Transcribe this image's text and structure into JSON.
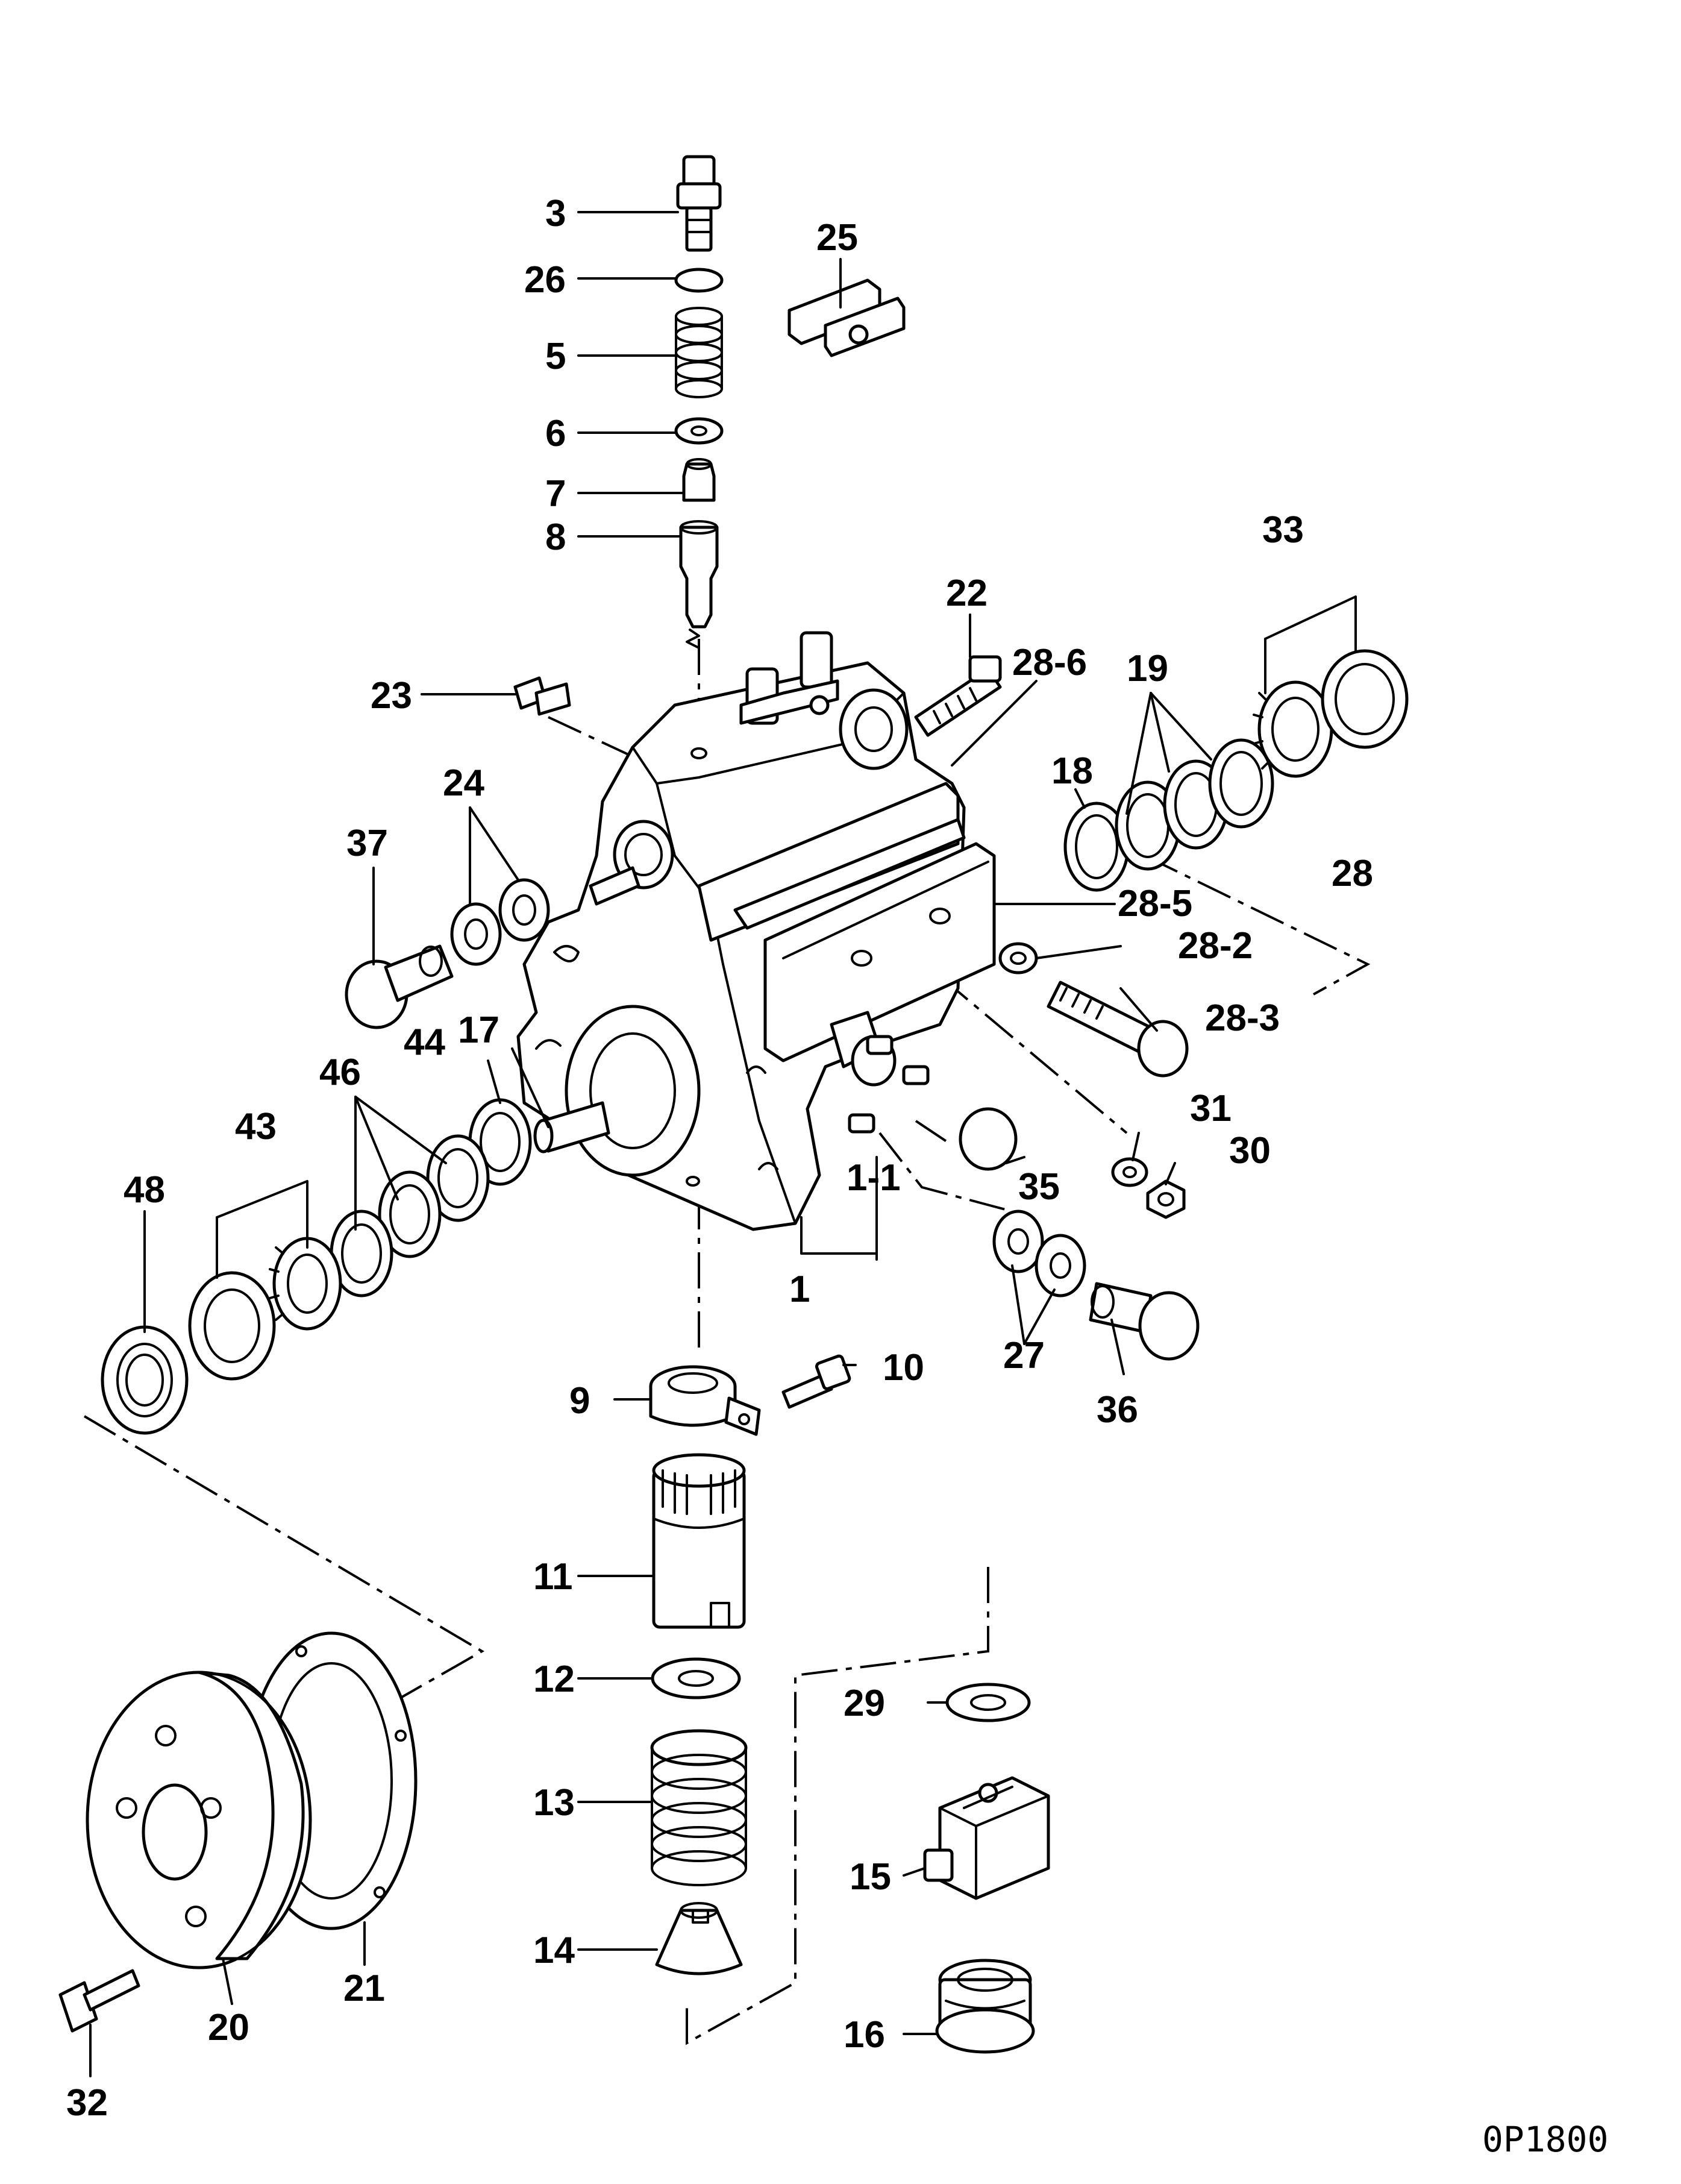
{
  "drawing_code": "0P1800",
  "labels": [
    "3",
    "26",
    "5",
    "6",
    "7",
    "8",
    "25",
    "22",
    "28-6",
    "33",
    "19",
    "18",
    "23",
    "24",
    "37",
    "28",
    "28-5",
    "28-2",
    "28-3",
    "44",
    "17",
    "46",
    "43",
    "48",
    "31",
    "30",
    "35",
    "1-1",
    "1",
    "27",
    "36",
    "10",
    "9",
    "11",
    "12",
    "13",
    "14",
    "29",
    "15",
    "16",
    "21",
    "20",
    "32"
  ]
}
